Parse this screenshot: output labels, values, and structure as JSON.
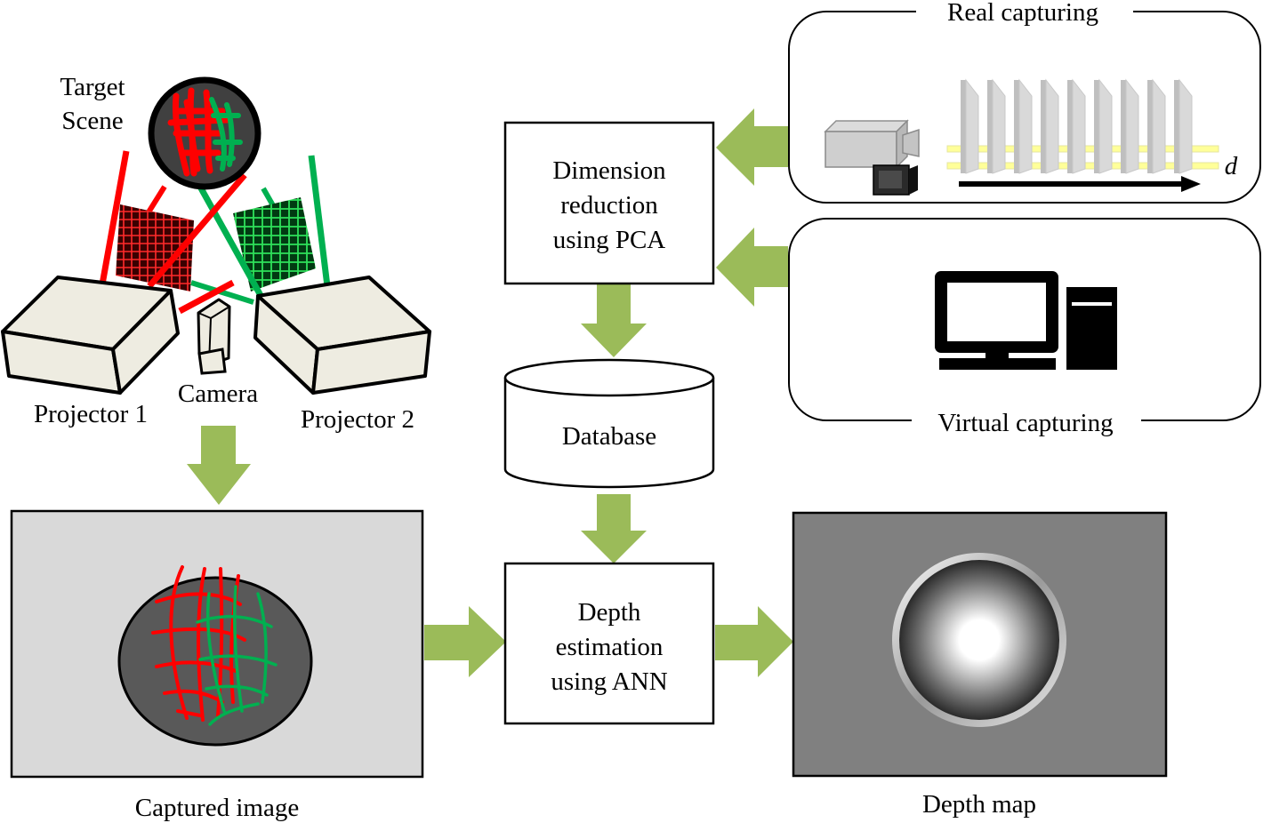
{
  "colors": {
    "arrow": "#9bbb59",
    "red": "#ff0000",
    "green": "#00b050",
    "projector_fill": "#eeece1",
    "captured_bg": "#d9d9d9",
    "dark_circle": "#595959",
    "depth_bg": "#808080"
  },
  "labels": {
    "target_line1": "Target",
    "target_line2": "Scene",
    "projector1": "Projector 1",
    "projector2": "Projector 2",
    "camera": "Camera",
    "pca_line1": "Dimension",
    "pca_line2": "reduction",
    "pca_line3": "using PCA",
    "database": "Database",
    "ann_line1": "Depth",
    "ann_line2": "estimation",
    "ann_line3": "using ANN",
    "real_capturing": "Real capturing",
    "virtual_capturing": "Virtual capturing",
    "axis_d": "d",
    "captured_image": "Captured image",
    "depth_map": "Depth map"
  },
  "icons": {
    "real_camera": "video-camera-icon",
    "computer": "desktop-computer-icon"
  }
}
